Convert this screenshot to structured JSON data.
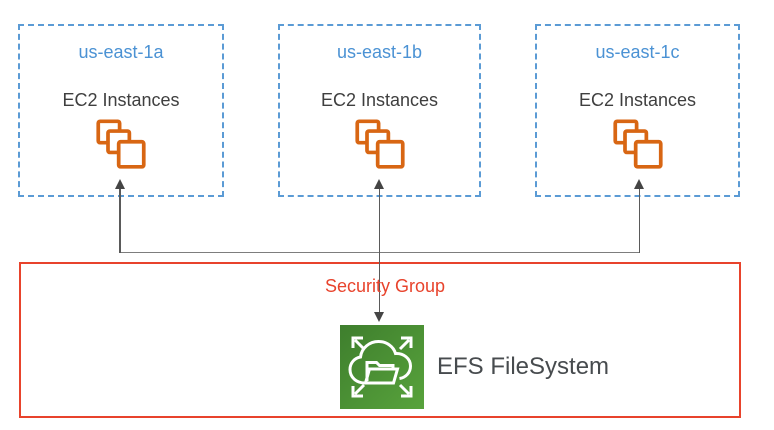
{
  "availability_zones": [
    {
      "name": "us-east-1a",
      "service": "EC2 Instances"
    },
    {
      "name": "us-east-1b",
      "service": "EC2 Instances"
    },
    {
      "name": "us-east-1c",
      "service": "EC2 Instances"
    }
  ],
  "security_group": {
    "label": "Security Group"
  },
  "efs": {
    "label": "EFS FileSystem"
  },
  "icons": {
    "ec2": "ec2-instances-stacked-squares-icon",
    "efs": "efs-cloud-folder-expand-icon"
  },
  "colors": {
    "az_border_blue": "#5B9BD5",
    "az_label_blue": "#4B92D4",
    "body_text_gray": "#3F3F3F",
    "ec2_icon_orange": "#D86613",
    "security_group_red": "#E8432C",
    "efs_green_dark": "#3E7E2D",
    "efs_green_light": "#58A33C",
    "connector_gray": "#5A5A5A"
  }
}
